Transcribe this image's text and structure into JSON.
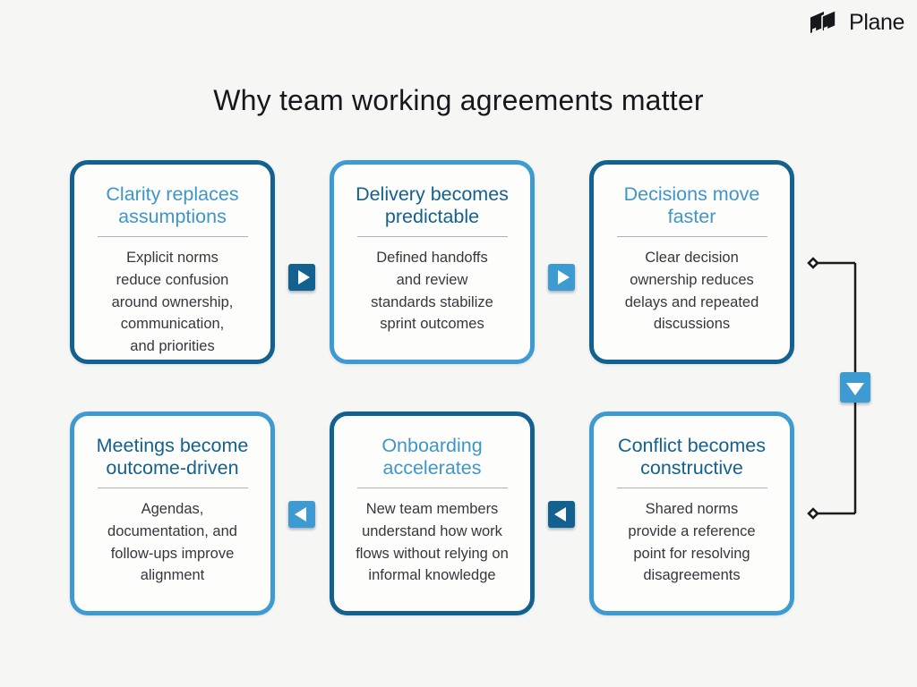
{
  "logo": {
    "brand": "Plane",
    "mark_icon": "plane-logo-mark"
  },
  "title": "Why team working agreements matter",
  "cards": [
    {
      "heading": "Clarity replaces\nassumptions",
      "body": "Explicit norms\nreduce confusion\naround ownership,\ncommunication,\nand priorities",
      "variant": "dark-border"
    },
    {
      "heading": "Delivery becomes\npredictable",
      "body": "Defined handoffs\nand review\nstandards stabilize\nsprint outcomes",
      "variant": "light-border"
    },
    {
      "heading": "Decisions move\nfaster",
      "body": "Clear decision\nownership reduces\ndelays and repeated\ndiscussions",
      "variant": "dark-border"
    },
    {
      "heading": "Meetings become\noutcome-driven",
      "body": "Agendas,\ndocumentation, and\nfollow-ups improve\nalignment",
      "variant": "light-border"
    },
    {
      "heading": "Onboarding\naccelerates",
      "body": "New team members\nunderstand how work\nflows without relying on\ninformal knowledge",
      "variant": "dark-border"
    },
    {
      "heading": "Conflict becomes\nconstructive",
      "body": "Shared norms\nprovide a reference\npoint for resolving\ndisagreements",
      "variant": "light-border"
    }
  ],
  "flow": {
    "arrows": [
      {
        "name": "arrow-card1-to-card2",
        "direction": "right",
        "glyph": "▶",
        "color": "#12618F"
      },
      {
        "name": "arrow-card2-to-card3",
        "direction": "right",
        "glyph": "▶",
        "color": "#3D9BD1"
      },
      {
        "name": "arrow-card3-to-card6",
        "direction": "down",
        "glyph": "▼",
        "color": "#3D9BD1"
      },
      {
        "name": "arrow-card6-to-card5",
        "direction": "left",
        "glyph": "◀",
        "color": "#12618F"
      },
      {
        "name": "arrow-card5-to-card4",
        "direction": "left",
        "glyph": "◀",
        "color": "#3D9BD1"
      }
    ],
    "connector": "elbow line from right of card 3 down to right of card 6 with diamond endpoints"
  },
  "colors": {
    "background": "#F6F6F4",
    "card_background": "#FDFDFC",
    "dark_blue": "#12618F",
    "light_blue": "#3D9BD1",
    "heading_light_blue": "#3F96C9",
    "heading_dark_blue": "#15618D",
    "body_text": "#35383B",
    "title_text": "#16181C",
    "divider": "#AEB1B6",
    "connector_line": "#1B1B1B"
  }
}
